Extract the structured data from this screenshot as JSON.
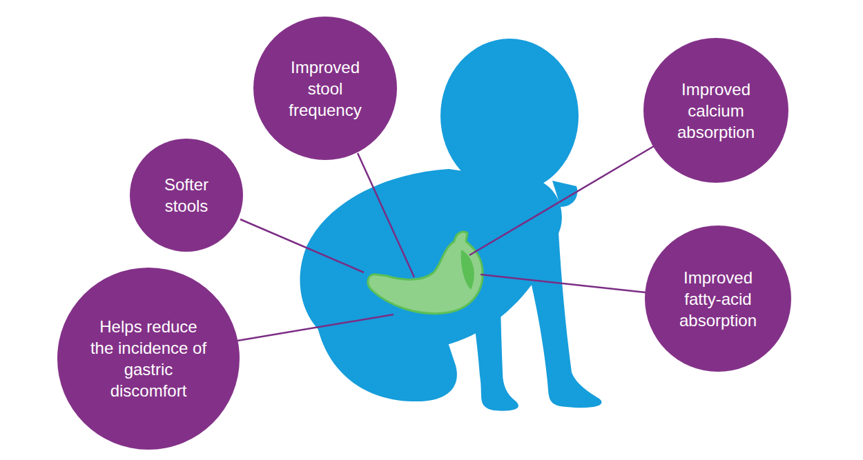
{
  "diagram": {
    "nodes": [
      {
        "text": [
          "Improved stool frequency"
        ]
      },
      {
        "text": [
          "Improved calcium absorption"
        ]
      },
      {
        "text": [
          "Softer stools"
        ]
      },
      {
        "text": [
          "Improved fatty-acid absorption"
        ]
      },
      {
        "text": [
          "Helps reduce the incidence of gastric discomfort"
        ]
      }
    ]
  }
}
